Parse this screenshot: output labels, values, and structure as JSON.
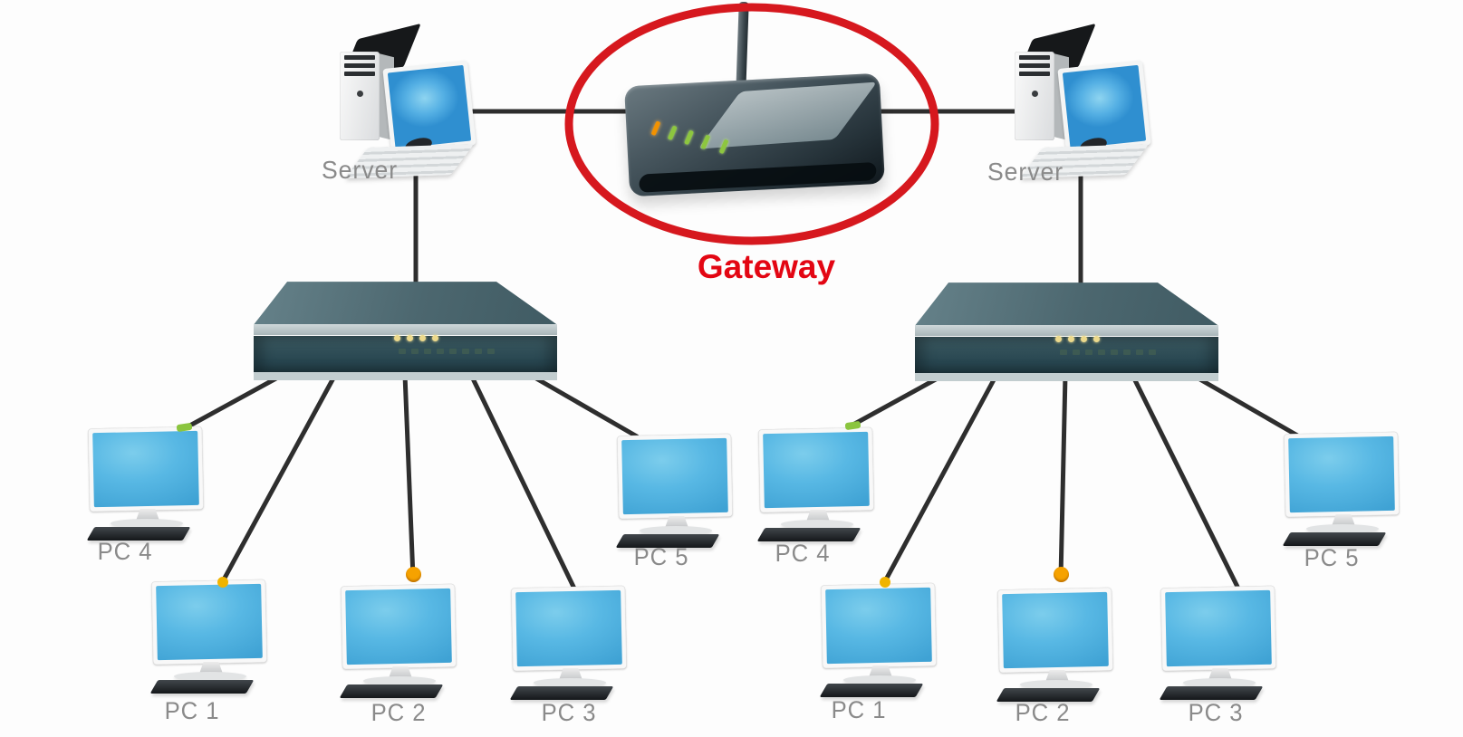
{
  "colors": {
    "highlight_red": "#d6181e",
    "gateway_label_red": "#e30613",
    "node_label_gray": "#8a8a8a",
    "cable_dark": "#2e2e2e",
    "screen_blue": "#55b7e3",
    "switch_teal": "#44626b"
  },
  "gateway": {
    "label": "Gateway"
  },
  "left_lan": {
    "server_label": "Server",
    "pc_labels": {
      "pc1": "PC 1",
      "pc2": "PC 2",
      "pc3": "PC 3",
      "pc4": "PC 4",
      "pc5": "PC 5"
    }
  },
  "right_lan": {
    "server_label": "Server",
    "pc_labels": {
      "pc1": "PC 1",
      "pc2": "PC 2",
      "pc3": "PC 3",
      "pc4": "PC 4",
      "pc5": "PC 5"
    }
  }
}
